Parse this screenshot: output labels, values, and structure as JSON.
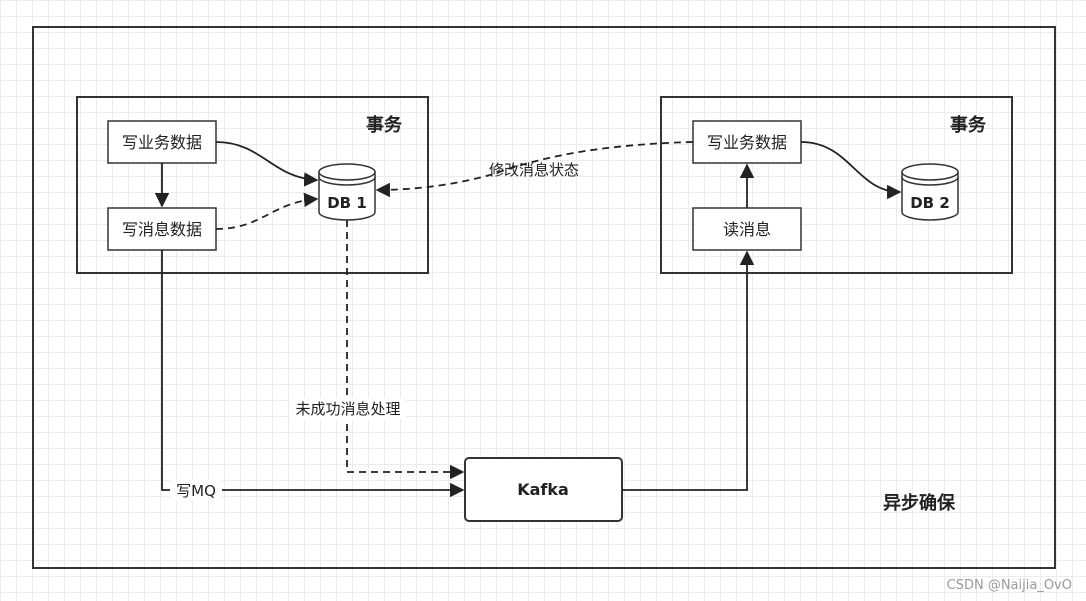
{
  "diagram": {
    "outer_label": "异步确保",
    "left_transaction": {
      "title": "事务",
      "write_business": "写业务数据",
      "write_message": "写消息数据",
      "db": "DB 1"
    },
    "right_transaction": {
      "title": "事务",
      "write_business": "写业务数据",
      "read_message": "读消息",
      "db": "DB 2"
    },
    "kafka": "Kafka",
    "edge_labels": {
      "modify_status": "修改消息状态",
      "failed_processing": "未成功消息处理",
      "write_mq": "写MQ"
    }
  },
  "watermark": "CSDN @Naijia_OvO"
}
